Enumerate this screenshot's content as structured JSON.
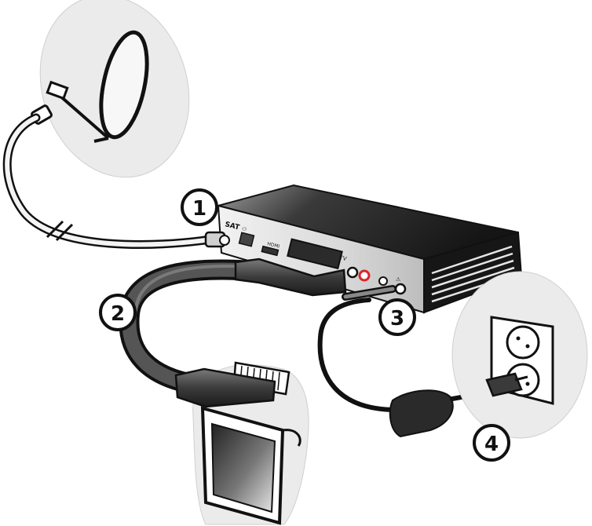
{
  "diagram": {
    "callouts": [
      {
        "number": "1"
      },
      {
        "number": "2"
      },
      {
        "number": "3"
      },
      {
        "number": "4"
      }
    ],
    "ports": {
      "sat": "SAT",
      "hdmi": "HDMI",
      "tv": "TV"
    },
    "colors": {
      "box_dark": "#1a1a1a",
      "box_side": "#2a2a2a",
      "cable_dark": "#333333",
      "inset_fill": "#ebebeb",
      "red_jack": "#d9262b",
      "outline": "#111111"
    }
  }
}
